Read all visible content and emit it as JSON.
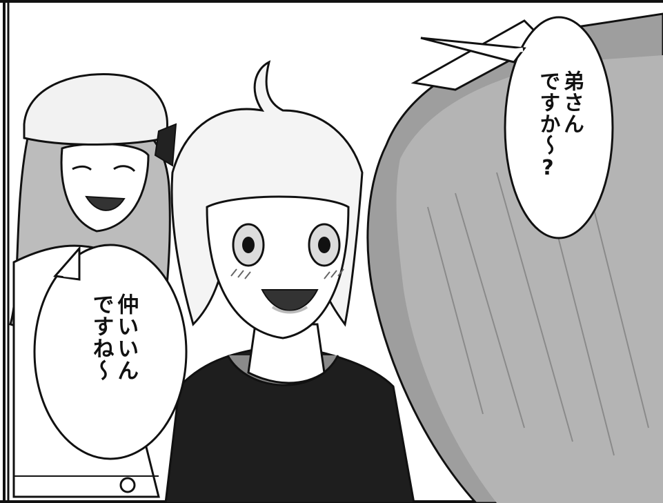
{
  "panel": {
    "bubble_right": {
      "line1": "弟さん",
      "line2": "ですか～?"
    },
    "bubble_left": {
      "line1": "仲いいん",
      "line2": "ですね～"
    }
  },
  "colors": {
    "ink": "#111111",
    "paper": "#ffffff",
    "screentone_light": "#e6e6e6",
    "screentone_mid": "#bdbdbd",
    "screentone_dark": "#9a9a9a",
    "shirt": "#1e1e1e"
  }
}
